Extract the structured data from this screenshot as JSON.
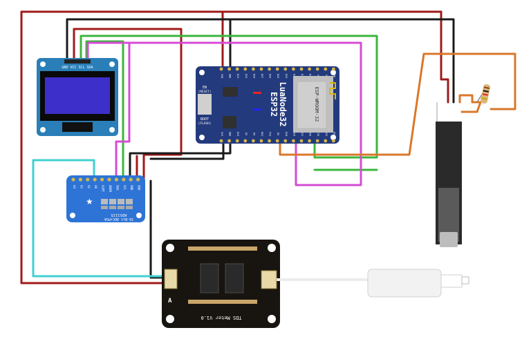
{
  "colors": {
    "red": "#a01a1a",
    "black": "#1a1a1a",
    "green": "#3cb53c",
    "magenta": "#d64bd6",
    "cyan": "#40d0d0",
    "orange": "#d9772a",
    "esp_board": "#233a7d",
    "oled_board": "#2a7fb8",
    "ads_board": "#2e74d6",
    "tds_board": "#181410"
  },
  "oled": {
    "pins": [
      "GND",
      "VCC",
      "SCL",
      "SDA"
    ]
  },
  "esp32": {
    "title_line1": "LuaNode32",
    "title_line2": "ESP32",
    "module_label": "ESP-WROOM-32",
    "en_label": "EN",
    "en_sub": "(RESET)",
    "boot_label": "BOOT",
    "boot_sub": "(FLASH)",
    "top_pins": [
      "VIN",
      "GND",
      "D13",
      "D12",
      "D14",
      "D27",
      "D26",
      "D25",
      "D33",
      "D32",
      "D35",
      "D34",
      "VN",
      "VP",
      "EN"
    ],
    "bottom_pins": [
      "3V3",
      "GND",
      "D15",
      "D2",
      "D4",
      "RX2",
      "TX2",
      "D5",
      "D18",
      "D19",
      "D21",
      "RX0",
      "TX0",
      "D22",
      "D23"
    ]
  },
  "ads1115": {
    "pins": [
      "A3",
      "A2",
      "A1",
      "A0",
      "ALRT",
      "ADDR",
      "SDA",
      "SCL",
      "GND",
      "VDD"
    ],
    "label_line1": "ADS1115",
    "label_line2": "16-Bit ADC+PGA"
  },
  "tds": {
    "label": "TDS Meter V1.0",
    "connector_mark": "A"
  }
}
